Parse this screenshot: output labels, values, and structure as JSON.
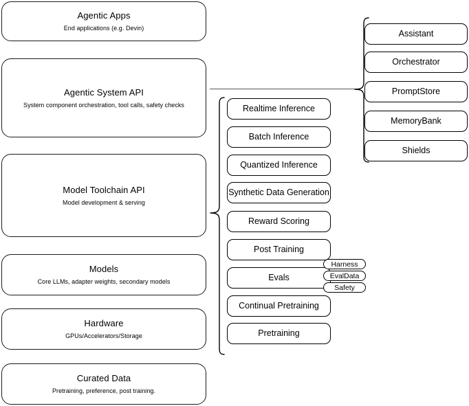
{
  "diagram": {
    "title": "AI stack layer architecture diagram",
    "stroke_color": "#000000",
    "background_color": "#ffffff"
  },
  "layers": [
    {
      "title": "Agentic Apps",
      "subtitle": "End applications (e.g. Devin)"
    },
    {
      "title": "Agentic System API",
      "subtitle": "System component orchestration, tool calls, safety checks"
    },
    {
      "title": "Model Toolchain API",
      "subtitle": "Model development & serving"
    },
    {
      "title": "Models",
      "subtitle": "Core LLMs, adapter weights, secondary models"
    },
    {
      "title": "Hardware",
      "subtitle": "GPUs/Accelerators/Storage"
    },
    {
      "title": "Curated Data",
      "subtitle": "Pretraining, preference, post training."
    }
  ],
  "toolchain_capabilities": [
    {
      "label": "Realtime Inference"
    },
    {
      "label": "Batch Inference"
    },
    {
      "label": "Quantized Inference"
    },
    {
      "label": "Synthetic Data Generation"
    },
    {
      "label": "Reward Scoring"
    },
    {
      "label": "Post Training"
    },
    {
      "label": "Evals"
    },
    {
      "label": "Continual Pretraining"
    },
    {
      "label": "Pretraining"
    }
  ],
  "evals_tags": [
    {
      "label": "Harness"
    },
    {
      "label": "EvalData"
    },
    {
      "label": "Safety"
    }
  ],
  "agentic_system_components": [
    {
      "label": "Assistant"
    },
    {
      "label": "Orchestrator"
    },
    {
      "label": "PromptStore"
    },
    {
      "label": "MemoryBank"
    },
    {
      "label": "Shields"
    }
  ]
}
